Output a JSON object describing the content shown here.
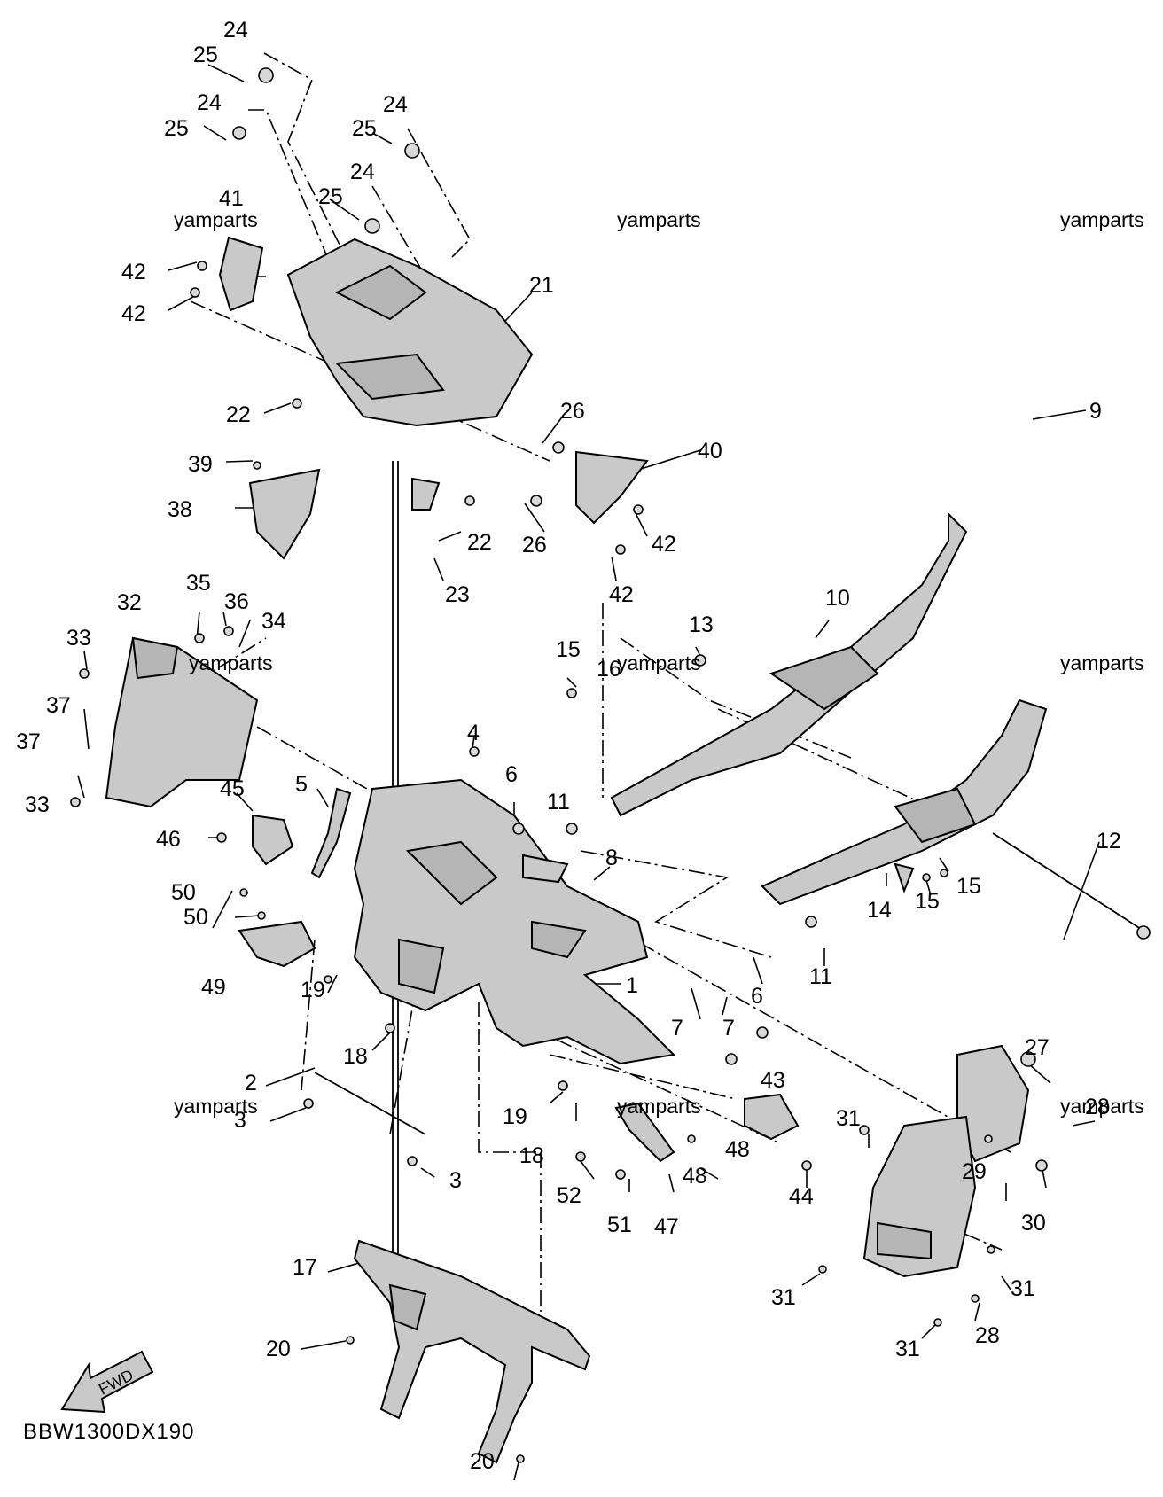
{
  "diagram_code": "BBW1300DX190",
  "fwd_label": "FWD",
  "watermarks": [
    "yamparts",
    "yamparts",
    "yamparts",
    "yamparts",
    "yamparts",
    "yamparts",
    "yamparts",
    "yamparts",
    "yamparts",
    "yamparts"
  ],
  "part_numbers": [
    "24",
    "25",
    "24",
    "25",
    "24",
    "25",
    "24",
    "25",
    "41",
    "42",
    "42",
    "21",
    "22",
    "26",
    "39",
    "38",
    "40",
    "22",
    "26",
    "42",
    "23",
    "42",
    "32",
    "35",
    "36",
    "34",
    "33",
    "37",
    "37",
    "33",
    "45",
    "5",
    "46",
    "4",
    "6",
    "11",
    "15",
    "16",
    "13",
    "10",
    "9",
    "8",
    "12",
    "15",
    "14",
    "15",
    "50",
    "50",
    "49",
    "19",
    "1",
    "6",
    "11",
    "18",
    "7",
    "7",
    "2",
    "3",
    "19",
    "18",
    "43",
    "27",
    "28",
    "3",
    "52",
    "51",
    "47",
    "48",
    "48",
    "44",
    "31",
    "29",
    "30",
    "17",
    "31",
    "31",
    "28",
    "31",
    "20",
    "20"
  ]
}
